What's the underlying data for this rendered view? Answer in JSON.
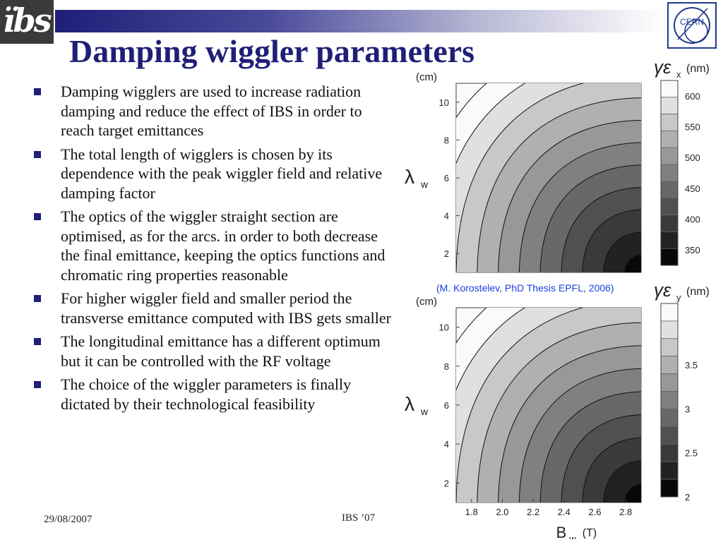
{
  "slide": {
    "title": "Damping wiggler parameters",
    "logo_left_text": "ïbs",
    "logo_right_text": "CERN",
    "bullets": [
      "Damping wigglers are used to increase radiation damping and reduce the effect of IBS in order to reach target emittances",
      "The total length of wigglers is chosen by its dependence with the peak wiggler field and relative damping factor",
      "The optics of the wiggler straight section are optimised, as for the arcs. in order to both decrease the final emittance, keeping the optics functions and chromatic ring properties reasonable",
      "For higher wiggler field and smaller period the transverse emittance computed with IBS gets smaller",
      "The longitudinal emittance has a different optimum but it can be controlled with the RF voltage",
      "The choice of the wiggler parameters is finally dictated by their technological feasibility"
    ],
    "footer_date": "29/08/2007",
    "footer_event": "IBS ’07",
    "citation": "(M. Korostelev, PhD Thesis EPFL, 2006)"
  },
  "chart_data": [
    {
      "type": "heatmap",
      "ylabel_symbol": "λ",
      "ylabel_sub": "w",
      "ylabel_unit": "(cm)",
      "yticks": [
        2,
        4,
        6,
        8,
        10
      ],
      "ylim": [
        1,
        11
      ],
      "xlim": [
        1.7,
        2.9
      ],
      "colorbar_symbol": "γε",
      "colorbar_sub": "x",
      "colorbar_unit": "(nm)",
      "colorbar_ticks": [
        350,
        400,
        450,
        500,
        550,
        600
      ],
      "colorbar_range": [
        325,
        625
      ]
    },
    {
      "type": "heatmap",
      "ylabel_symbol": "λ",
      "ylabel_sub": "w",
      "ylabel_unit": "(cm)",
      "yticks": [
        2,
        4,
        6,
        8,
        10
      ],
      "ylim": [
        1,
        11
      ],
      "xlim": [
        1.7,
        2.9
      ],
      "xticks": [
        "1.8",
        "2.0",
        "2.2",
        "2.4",
        "2.6",
        "2.8"
      ],
      "xlabel_symbol": "B",
      "xlabel_sub": "w",
      "xlabel_unit": "(T)",
      "colorbar_symbol": "γε",
      "colorbar_sub": "y",
      "colorbar_unit": "(nm)",
      "colorbar_ticks": [
        "2",
        "2.5",
        "3",
        "3.5"
      ],
      "colorbar_range": [
        2,
        4.2
      ]
    }
  ]
}
